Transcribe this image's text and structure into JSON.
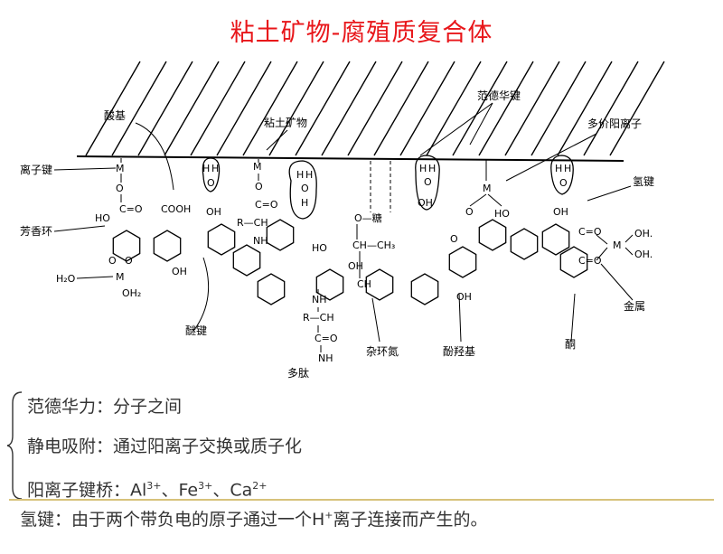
{
  "title": "粘土矿物-腐殖质复合体",
  "diagram": {
    "labels": {
      "acyl": "酸基",
      "clay": "粘土矿物",
      "vdw_bond": "范德华键",
      "polyvalent_cation": "多价阳离子",
      "ionic_bond": "离子键",
      "aromatic_ring": "芳香环",
      "hydrogen_bond": "氢键",
      "ether_bond": "醚键",
      "heterocyclic_n": "杂环氮",
      "phenol_hydroxyl": "酚羟基",
      "metal": "金属",
      "quinone": "酮",
      "peptide": "多肽",
      "sugar": "O—糖"
    },
    "chem": {
      "M": "M",
      "O": "O",
      "OH": "OH",
      "HO": "HO",
      "H": "H",
      "COOH": "COOH",
      "CO": "C=O",
      "R_CH": "R—CH",
      "NH": "NH",
      "CH_CH3": "CH—CH₃",
      "CH": "CH",
      "H2O": "H₂O",
      "OH2": "OH₂",
      "M_left": "M",
      "OH_right1": "OH.",
      "OH_right2": "OH."
    }
  },
  "bullets": [
    {
      "label": "范德华力：",
      "text": "分子之间"
    },
    {
      "label": "静电吸附：",
      "text": "通过阳离子交换或质子化"
    },
    {
      "label": "阳离子键桥：",
      "ions": [
        {
          "base": "Al",
          "charge": "3+"
        },
        {
          "base": "Fe",
          "charge": "3+"
        },
        {
          "base": "Ca",
          "charge": "2+"
        }
      ],
      "sep": "、"
    }
  ],
  "hbond_note": {
    "before": "氢键：由于两个带负电的原子通过一个H",
    "sup": "+",
    "after": "离子连接而产生的。"
  },
  "colors": {
    "title": "#e8161a",
    "text": "#333333",
    "divider": "#d7c27a"
  }
}
